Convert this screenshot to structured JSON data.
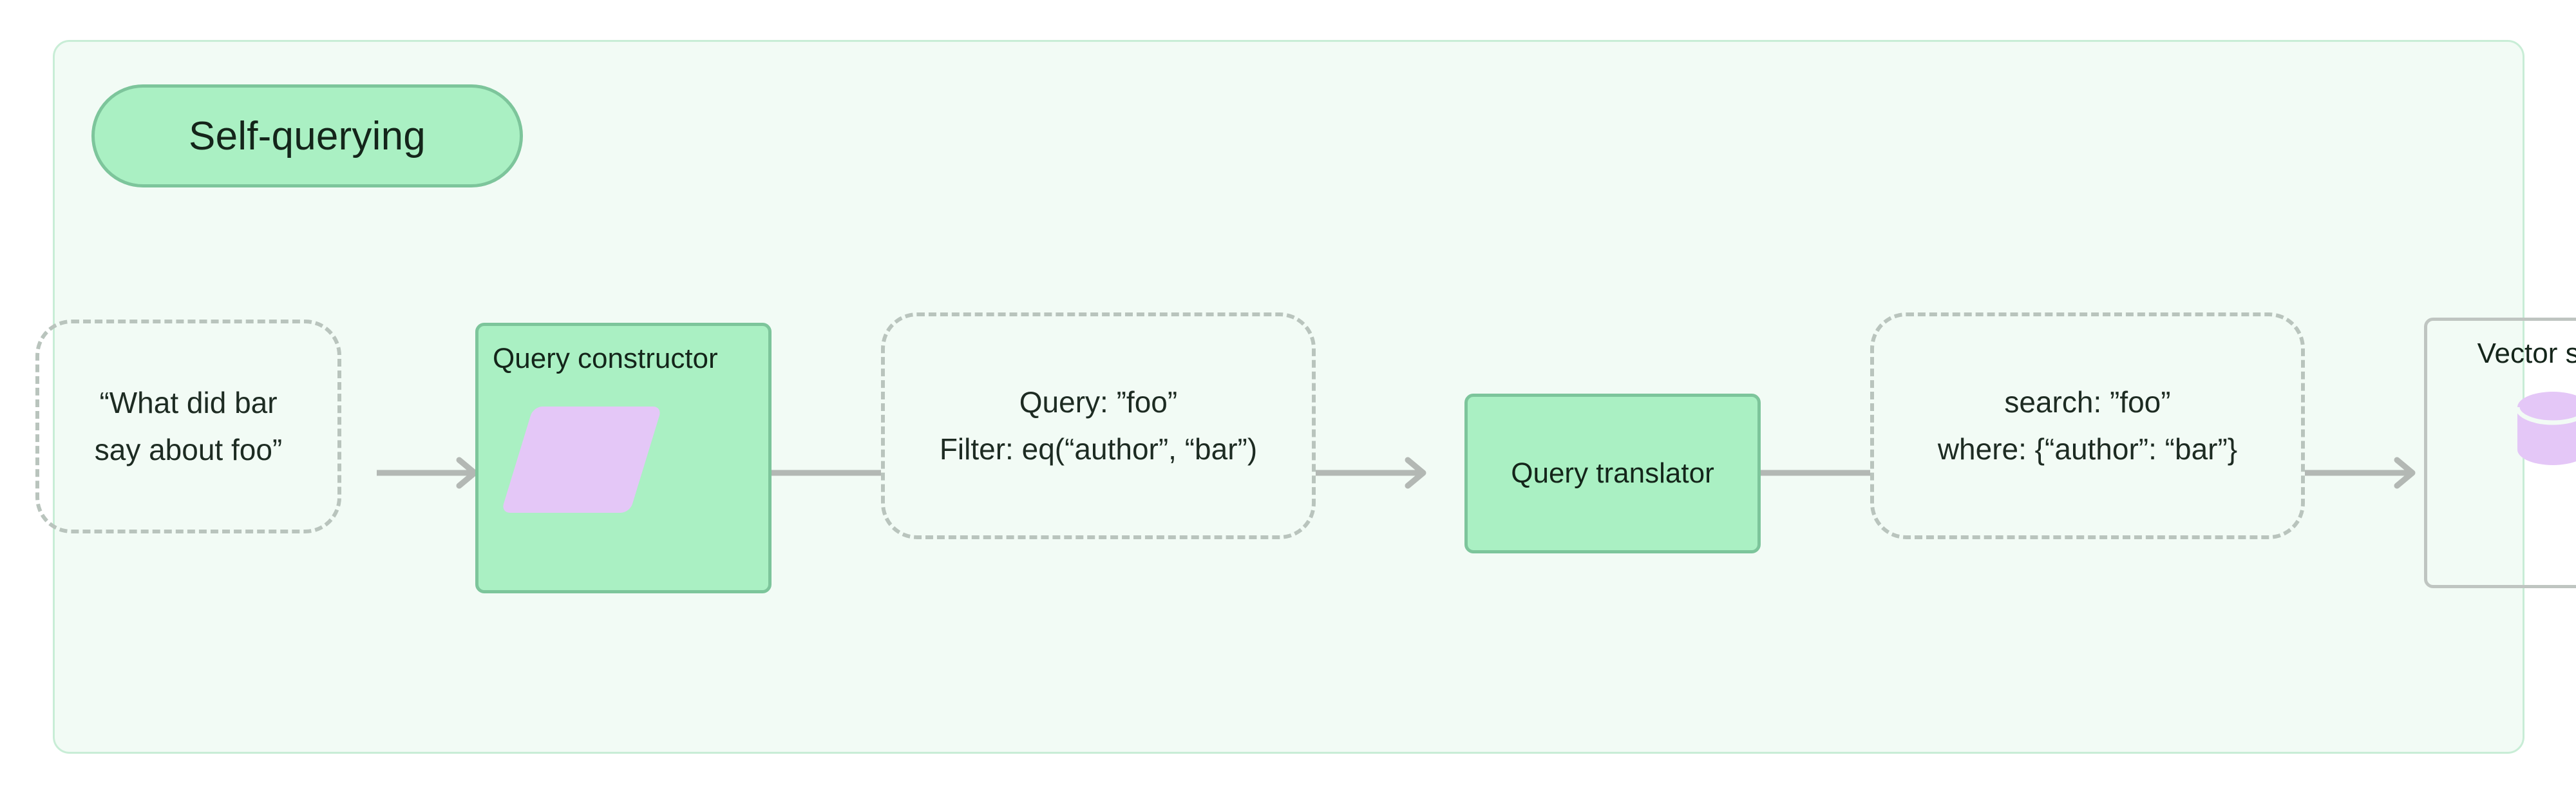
{
  "diagram": {
    "type": "flow",
    "subgraph_title": "Self-querying",
    "colors": {
      "container_bg": "#f2fbf5",
      "container_border": "#c8edd6",
      "badge_fill": "#aaf0c3",
      "badge_border": "#7dc59b",
      "process_fill": "#aaf0c3",
      "process_border": "#7dc59b",
      "dashed_border": "#b9c4bd",
      "store_border": "#bfc5c1",
      "accent_purple": "#e4c7f7",
      "connector": "#b3b8b4",
      "text": "#14251a"
    },
    "nodes": [
      {
        "id": "user-question",
        "kind": "dashed",
        "text": "“What did bar\nsay about foo”"
      },
      {
        "id": "query-constructor",
        "kind": "process",
        "label": "Query constructor",
        "icon": "parallelogram-icon"
      },
      {
        "id": "structured-query",
        "kind": "dashed",
        "text": "Query: ”foo”\nFilter: eq(“author”, “bar”)"
      },
      {
        "id": "query-translator",
        "kind": "process",
        "label": "Query translator"
      },
      {
        "id": "translated-query",
        "kind": "dashed",
        "text": "search: ”foo”\nwhere: {“author”: “bar”}"
      },
      {
        "id": "vector-store",
        "kind": "store",
        "label": "Vector store",
        "icon": "database-cylinder-icon"
      }
    ],
    "edges": [
      {
        "from": "user-question",
        "to": "query-constructor",
        "arrowhead": true
      },
      {
        "from": "query-constructor",
        "to": "structured-query",
        "arrowhead": false
      },
      {
        "from": "structured-query",
        "to": "query-translator",
        "arrowhead": true
      },
      {
        "from": "query-translator",
        "to": "translated-query",
        "arrowhead": false
      },
      {
        "from": "translated-query",
        "to": "vector-store",
        "arrowhead": true
      }
    ]
  }
}
